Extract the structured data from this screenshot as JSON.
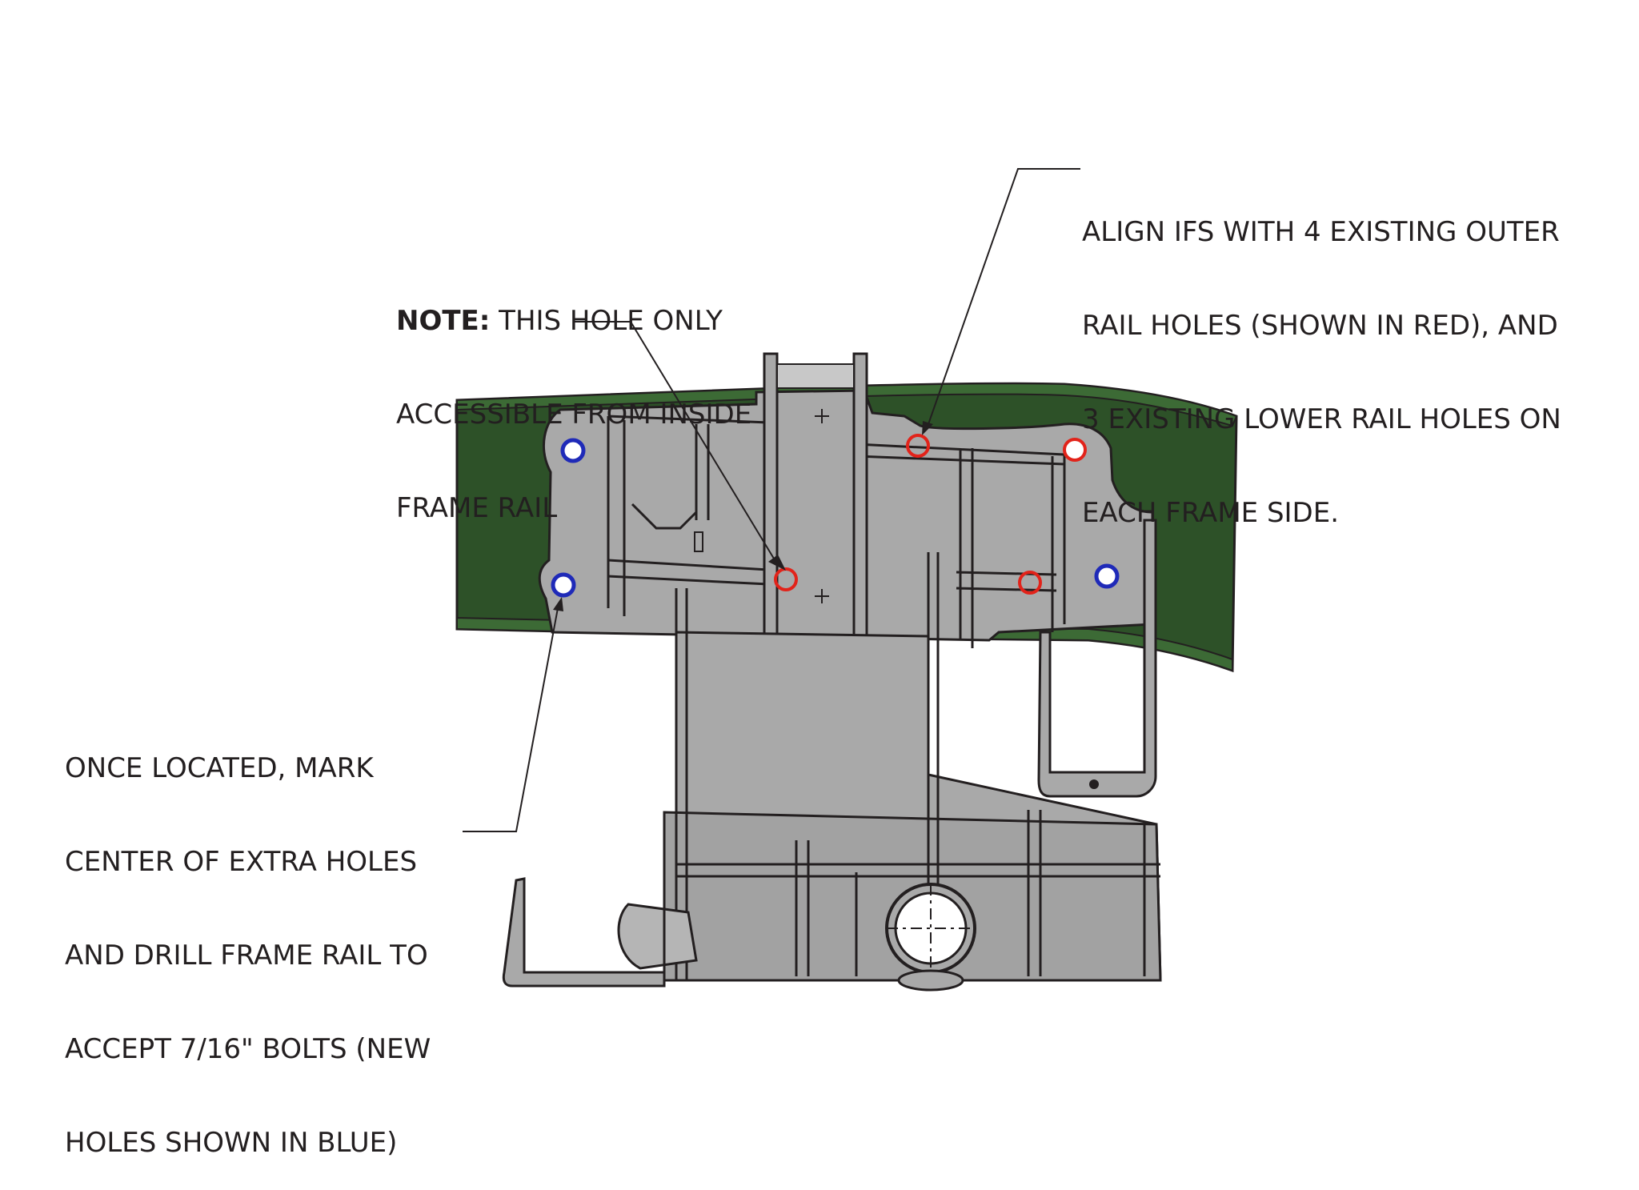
{
  "callouts": {
    "note": {
      "prefix": "NOTE:",
      "lines": [
        " THIS HOLE ONLY",
        "ACCESSIBLE FROM INSIDE",
        "FRAME RAIL"
      ]
    },
    "align": {
      "lines": [
        "ALIGN IFS WITH 4 EXISTING OUTER",
        "RAIL HOLES (SHOWN IN RED), AND",
        "3 EXISTING LOWER RAIL HOLES ON",
        "EACH FRAME SIDE."
      ]
    },
    "mark": {
      "lines": [
        "ONCE LOCATED, MARK",
        "CENTER OF EXTRA HOLES",
        "AND DRILL FRAME RAIL TO",
        "ACCEPT 7/16\" BOLTS (NEW",
        "HOLES SHOWN IN BLUE)"
      ]
    }
  },
  "colors": {
    "frame_rail": "#2d5128",
    "bracket": "#a9a9a9",
    "existing_hole": "#e2231a",
    "new_hole": "#1f2ab8",
    "line": "#231f20"
  },
  "holes": {
    "existing_count": 4,
    "new_count": 3
  }
}
